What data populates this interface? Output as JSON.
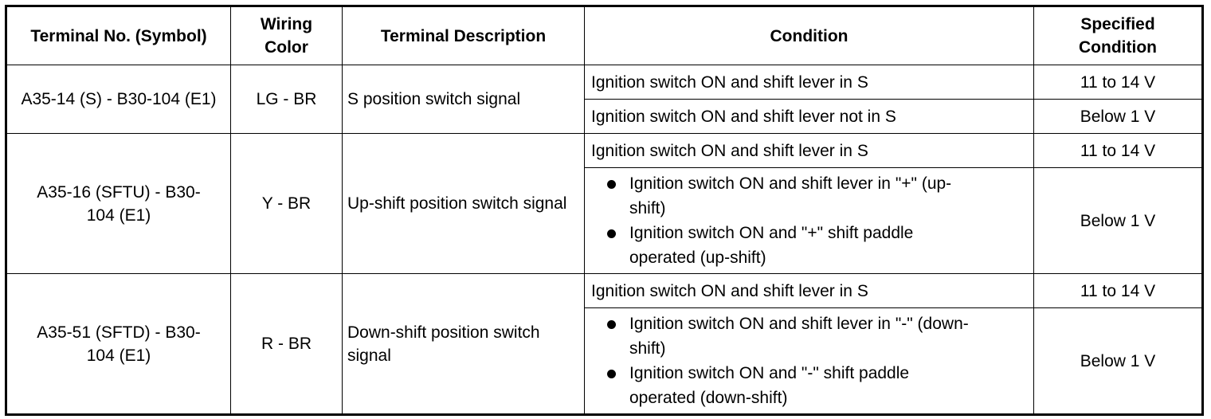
{
  "headers": {
    "terminal": "Terminal No. (Symbol)",
    "wiring": "Wiring Color",
    "description": "Terminal Description",
    "condition": "Condition",
    "specified": "Specified Condition"
  },
  "rows": [
    {
      "terminal": "A35-14 (S) - B30-104 (E1)",
      "wiring": "LG - BR",
      "description": "S position switch signal",
      "conditions": [
        {
          "text": "Ignition switch ON and shift lever in S",
          "specified": "11 to 14 V"
        },
        {
          "text": "Ignition switch ON and shift lever not in S",
          "specified": "Below 1 V"
        }
      ]
    },
    {
      "terminal": "A35-16 (SFTU) - B30-104 (E1)",
      "wiring": "Y - BR",
      "description": "Up-shift position switch signal",
      "conditions": [
        {
          "text": "Ignition switch ON and shift lever in S",
          "specified": "11 to 14 V"
        },
        {
          "bullets": [
            "Ignition switch ON and shift lever in \"+\" (up-shift)",
            "Ignition switch ON and \"+\" shift paddle operated (up-shift)"
          ],
          "specified": "Below 1 V"
        }
      ]
    },
    {
      "terminal": "A35-51 (SFTD) - B30-104 (E1)",
      "wiring": "R - BR",
      "description": "Down-shift position switch signal",
      "conditions": [
        {
          "text": "Ignition switch ON and shift lever in S",
          "specified": "11 to 14 V"
        },
        {
          "bullets": [
            "Ignition switch ON and shift lever in \"-\" (down-shift)",
            "Ignition switch ON and \"-\" shift paddle operated (down-shift)"
          ],
          "specified": "Below 1 V"
        }
      ]
    }
  ]
}
